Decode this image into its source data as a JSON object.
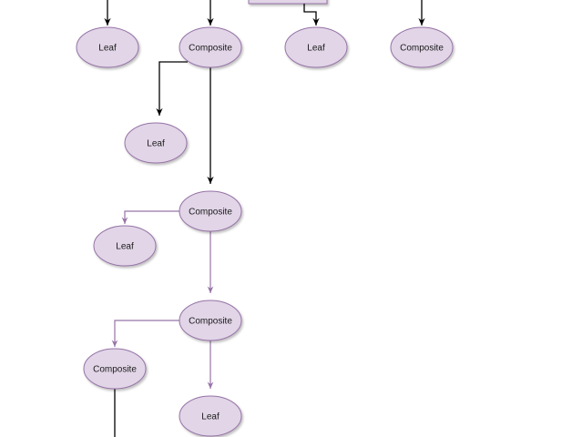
{
  "diagram": {
    "colors": {
      "node_fill": "#e1d5e7",
      "node_stroke": "#9673a6",
      "edge_dark": "#000000",
      "edge_purple": "#9673a6",
      "top_box_fill": "#e1d5e7"
    },
    "nodes": [
      {
        "id": "leaf-1",
        "label": "Leaf"
      },
      {
        "id": "composite-1",
        "label": "Composite"
      },
      {
        "id": "leaf-2",
        "label": "Leaf"
      },
      {
        "id": "composite-2",
        "label": "Composite"
      },
      {
        "id": "leaf-3",
        "label": "Leaf"
      },
      {
        "id": "composite-3",
        "label": "Composite"
      },
      {
        "id": "leaf-4",
        "label": "Leaf"
      },
      {
        "id": "composite-4",
        "label": "Composite"
      },
      {
        "id": "composite-5",
        "label": "Composite"
      },
      {
        "id": "leaf-5",
        "label": "Leaf"
      }
    ],
    "edges": [
      {
        "from": "top",
        "to": "leaf-1"
      },
      {
        "from": "top",
        "to": "composite-1"
      },
      {
        "from": "top-box",
        "to": "leaf-2"
      },
      {
        "from": "top",
        "to": "composite-2"
      },
      {
        "from": "composite-1",
        "to": "leaf-3"
      },
      {
        "from": "composite-1",
        "to": "composite-3"
      },
      {
        "from": "composite-3",
        "to": "leaf-4"
      },
      {
        "from": "composite-3",
        "to": "composite-4"
      },
      {
        "from": "composite-4",
        "to": "composite-5"
      },
      {
        "from": "composite-4",
        "to": "leaf-5"
      },
      {
        "from": "composite-5",
        "to": "bottom"
      }
    ]
  }
}
